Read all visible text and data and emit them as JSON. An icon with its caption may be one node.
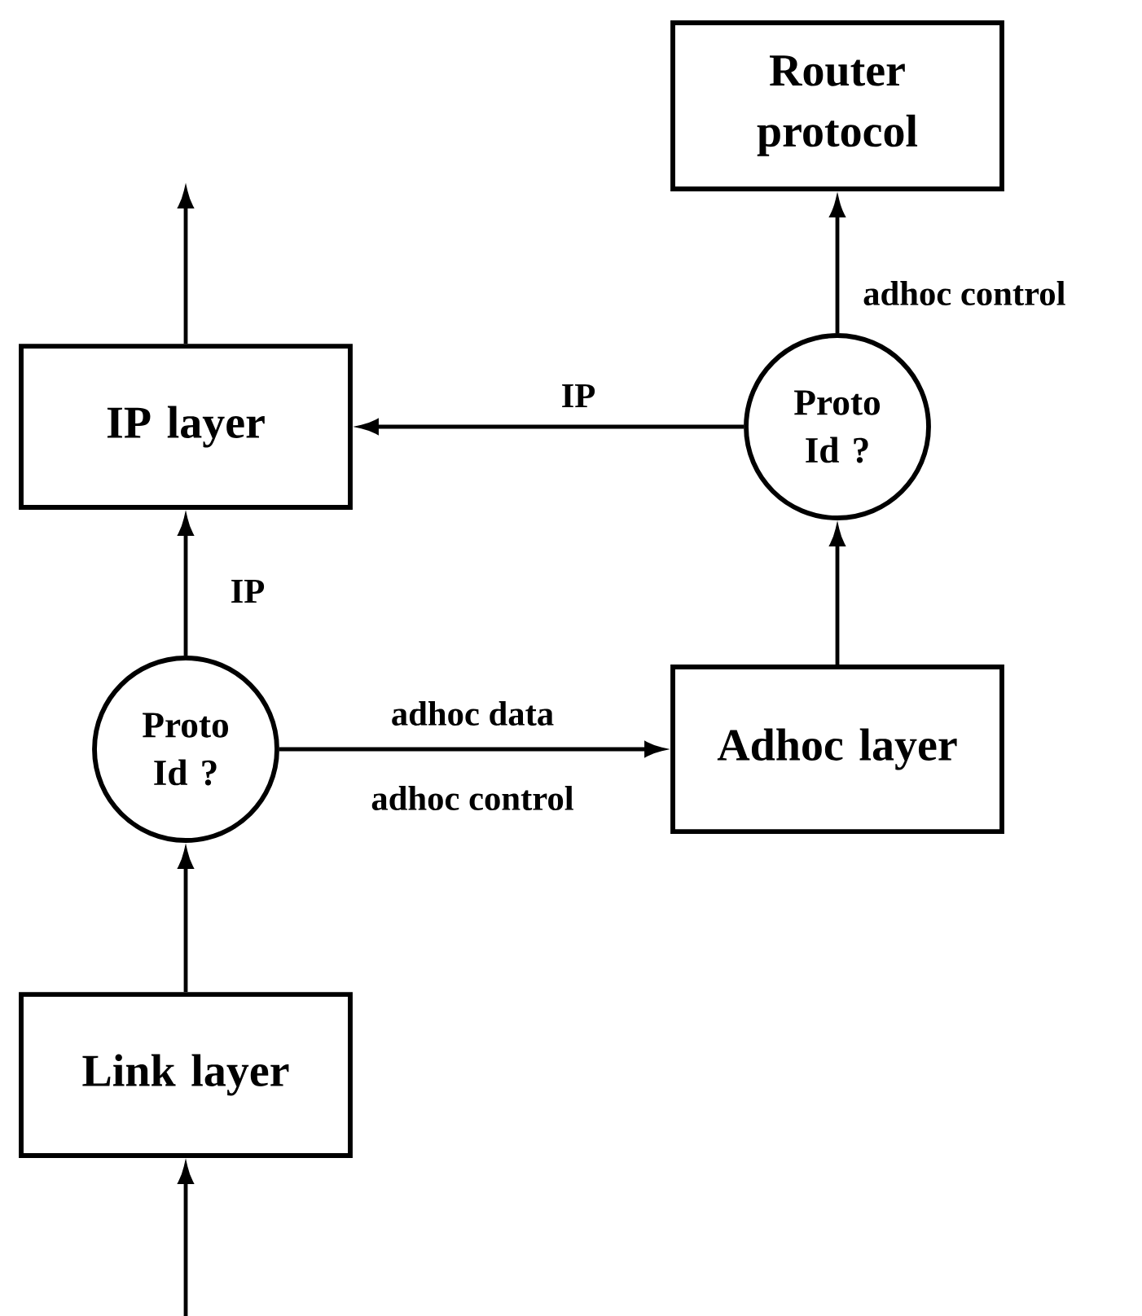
{
  "diagram": {
    "nodes": [
      {
        "text": [
          "Router protocol"
        ]
      },
      {
        "text": [
          "IP layer"
        ]
      },
      {
        "text": [
          "Proto Id ?"
        ]
      },
      {
        "text": [
          "Proto Id ?"
        ]
      },
      {
        "text": [
          "Adhoc layer"
        ]
      },
      {
        "text": [
          "Link layer"
        ]
      }
    ],
    "edges": [
      {
        "from": 1,
        "to": null,
        "arrow": "to"
      },
      {
        "from": 2,
        "to": 0,
        "arrow": "to",
        "label": "adhoc control"
      },
      {
        "from": 2,
        "to": 1,
        "arrow": "to",
        "label": "IP"
      },
      {
        "from": 3,
        "to": 1,
        "arrow": "to",
        "label": "IP"
      },
      {
        "from": 3,
        "to": 4,
        "arrow": "to",
        "label": "adhoc data"
      },
      {
        "from": 4,
        "to": 2,
        "arrow": "to"
      },
      {
        "from": 5,
        "to": 3,
        "arrow": "to"
      },
      {
        "from": null,
        "to": 5,
        "arrow": "to"
      }
    ],
    "labels": [
      "adhoc control"
    ]
  }
}
